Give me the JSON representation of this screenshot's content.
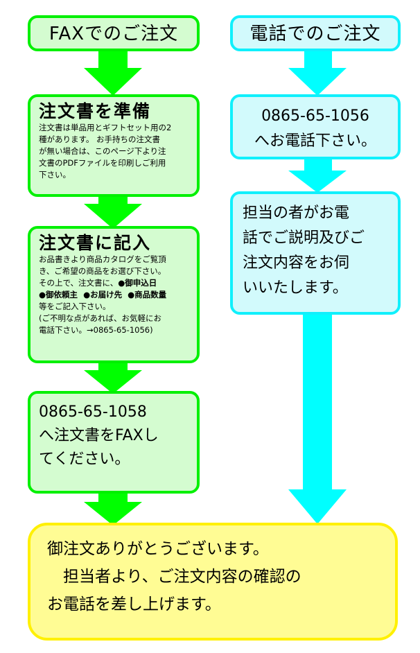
{
  "colors": {
    "fax_border": "#00f000",
    "fax_fill": "#d4fcd0",
    "fax_arrow": "#00ff00",
    "phone_border": "#10f0fc",
    "phone_fill": "#d2fafc",
    "phone_arrow": "#00ffff",
    "final_border": "#fff000",
    "final_fill": "#fffc94"
  },
  "fax": {
    "header": "FAXでのご注文",
    "step1": {
      "title": "注文書を準備",
      "lines": [
        "注文書は単品用とギフトセット用の2",
        "種があります。 お手持ちの注文書",
        "が無い場合は、このページ下より注",
        "文書のPDFファイルを印刷しご利用",
        "下さい。"
      ]
    },
    "step2": {
      "title": "注文書に記入",
      "line1": "お品書きより商品カタログをご覧頂",
      "line2": "き、ご希望の商品をお選び下さい。",
      "line3_prefix": "その上で、注文書に、",
      "item1": "●御申込日",
      "item2": "●御依頼主",
      "item3": "●お届け先",
      "item4": "●商品数量",
      "line5_suffix": "等をご記入下さい。",
      "note1": "(ご不明な点があれば、お気軽にお",
      "note2": "電話下さい。→0865-65-1056)"
    },
    "step3": {
      "lines": [
        "0865-65-1058",
        "へ注文書をFAXし",
        "てください。"
      ]
    }
  },
  "phone": {
    "header": "電話でのご注文",
    "step1": {
      "lines": [
        "0865-65-1056",
        "へお電話下さい。"
      ]
    },
    "step2": {
      "lines": [
        "担当の者がお電",
        "話でご説明及びご",
        "注文内容をお伺",
        "いいたします。"
      ]
    }
  },
  "final": {
    "lines": [
      "御注文ありがとうございます。",
      "　担当者より、ご注文内容の確認の",
      "お電話を差し上げます。"
    ]
  }
}
